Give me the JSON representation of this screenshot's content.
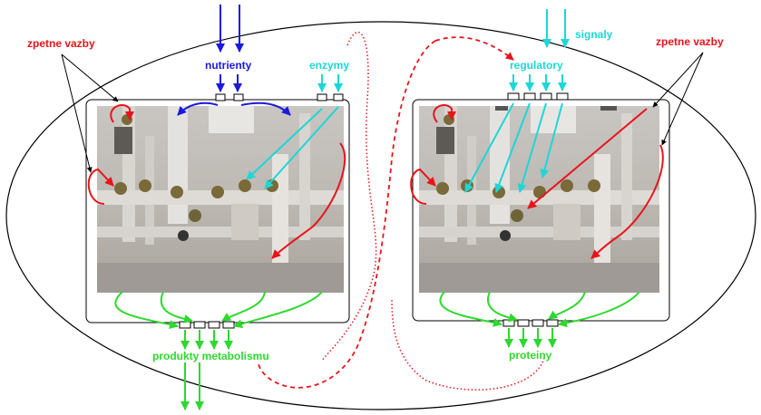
{
  "labels": {
    "feedback_left": "zpetne vazby",
    "feedback_right": "zpetne vazby",
    "nutrients": "nutrienty",
    "enzymes": "enzymy",
    "signals": "signaly",
    "regulators": "regulatory",
    "metabolic_products": "produkty metabolismu",
    "proteins": "proteiny"
  },
  "colors": {
    "red": "#e8141b",
    "blue": "#1a1adc",
    "cyan": "#1ed6d6",
    "green": "#2ed82e",
    "outline": "#000000"
  }
}
